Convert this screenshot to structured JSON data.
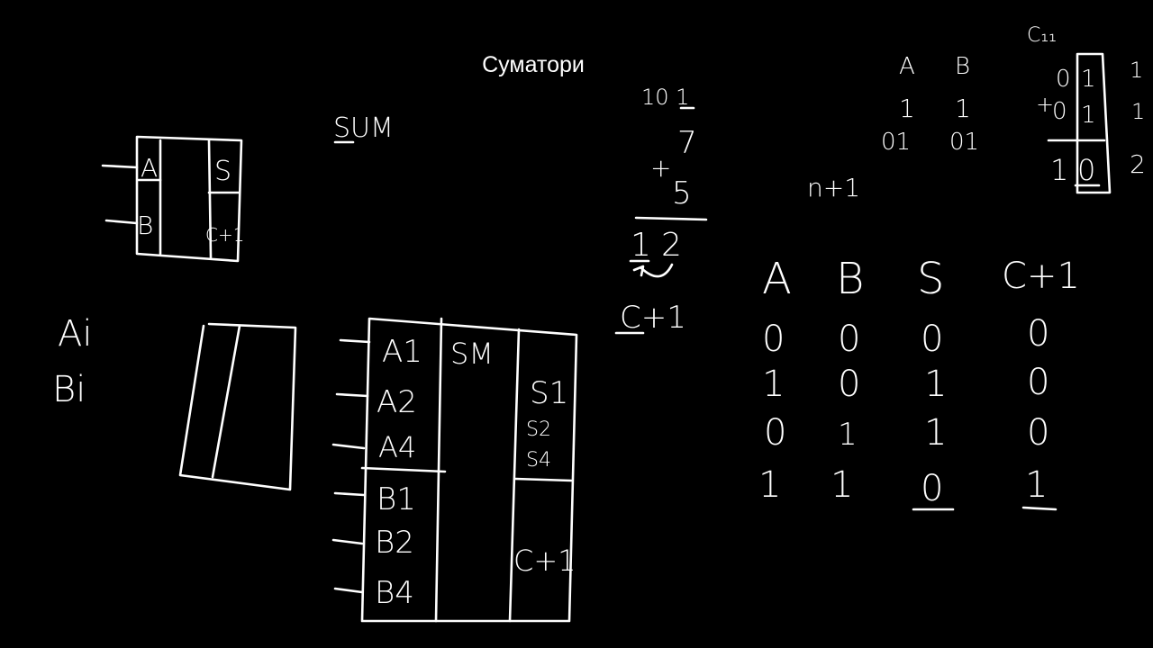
{
  "title": "Суматори",
  "sum_label": "SUM",
  "small_block": {
    "in_a": "A",
    "in_b": "B",
    "out_s": "S",
    "out_c": "C+1"
  },
  "inputs": {
    "a": "Ai",
    "b": "Bi"
  },
  "big_block": {
    "a_inputs": [
      "A1",
      "A2",
      "A4"
    ],
    "b_inputs": [
      "B1",
      "B2",
      "B4"
    ],
    "center": "SM",
    "s_outputs": [
      "S1",
      "S2",
      "S4"
    ],
    "carry": "C+1"
  },
  "decimal_example": {
    "top": "10 1",
    "a": "7",
    "op": "+",
    "b": "5",
    "result_tens": "1",
    "result_ones": "2",
    "carry": "C+1"
  },
  "binary_example": {
    "header_a": "A",
    "header_b": "B",
    "row1": [
      "1",
      "1"
    ],
    "row2": [
      "01",
      "01"
    ],
    "carry_label": "C₁₁",
    "col_top": [
      "0",
      "1"
    ],
    "col_mid": [
      "0",
      "1"
    ],
    "op": "+",
    "result": [
      "1",
      "0"
    ],
    "side": [
      "1",
      "1",
      "2"
    ],
    "base_note": "n+1"
  },
  "truth_table": {
    "headers": [
      "A",
      "B",
      "S",
      "C+1"
    ],
    "rows": [
      [
        "0",
        "0",
        "0",
        "0"
      ],
      [
        "1",
        "0",
        "1",
        "0"
      ],
      [
        "0",
        "1",
        "1",
        "0"
      ],
      [
        "1",
        "1",
        "0",
        "1"
      ]
    ]
  }
}
